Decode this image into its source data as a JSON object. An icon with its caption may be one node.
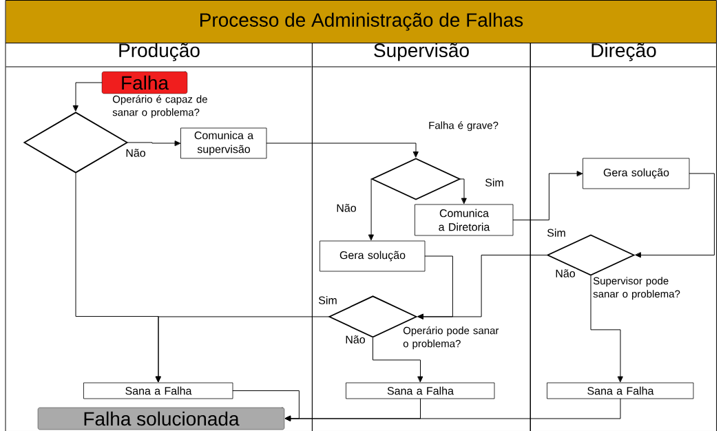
{
  "diagram": {
    "title": "Processo de Administração de Falhas",
    "nodes": [
      {
        "text": [
          "Produção"
        ]
      },
      {
        "text": [
          "Supervisão"
        ]
      },
      {
        "text": [
          "Direção"
        ]
      },
      {
        "text": [
          "Falha"
        ],
        "in": 0
      },
      {
        "text": [],
        "shape": "diamond",
        "in": 0,
        "beside": [
          "Operário é capaz de sanar o problema?"
        ]
      },
      {
        "text": [
          "Comunica a supervisão"
        ],
        "in": 0
      },
      {
        "text": [],
        "shape": "diamond",
        "in": 1,
        "beside": [
          "Falha é grave?"
        ]
      },
      {
        "text": [
          "Comunica a Diretoria"
        ],
        "in": 1
      },
      {
        "text": [
          "Gera solução"
        ],
        "in": 1
      },
      {
        "text": [
          "Gera solução"
        ],
        "in": 2
      },
      {
        "text": [],
        "shape": "diamond",
        "in": 2,
        "beside": [
          "Supervisor pode sanar o problema?"
        ]
      },
      {
        "text": [],
        "shape": "diamond",
        "in": 1,
        "beside": [
          "Operário pode sanar o problema?"
        ]
      },
      {
        "text": [
          "Sana a Falha"
        ],
        "in": 0
      },
      {
        "text": [
          "Sana a Falha"
        ],
        "in": 1
      },
      {
        "text": [
          "Sana a Falha"
        ],
        "in": 2
      },
      {
        "text": [
          "Falha solucionada"
        ],
        "in": 0
      }
    ],
    "edges": [
      {
        "from": 3,
        "to": 4,
        "arrow": "to"
      },
      {
        "from": 4,
        "to": 5,
        "arrow": "to",
        "label": "Não"
      },
      {
        "from": 5,
        "to": 6,
        "arrow": "to"
      },
      {
        "from": 6,
        "to": 7,
        "arrow": "to",
        "label": "Sim"
      },
      {
        "from": 6,
        "to": 8,
        "arrow": "to",
        "label": "Não"
      },
      {
        "from": 7,
        "to": 9,
        "arrow": "to"
      },
      {
        "from": 9,
        "to": 10,
        "arrow": "to"
      },
      {
        "from": 10,
        "to": 11,
        "arrow": "to",
        "label": "Sim"
      },
      {
        "from": 8,
        "to": 11,
        "arrow": "to"
      },
      {
        "from": 10,
        "to": 14,
        "arrow": "to",
        "label": "Não"
      },
      {
        "from": 4,
        "to": 12,
        "arrow": "to"
      },
      {
        "from": 11,
        "to": 12,
        "arrow": "to",
        "label": "Sim"
      },
      {
        "from": 11,
        "to": 13,
        "arrow": "to",
        "label": "Não"
      },
      {
        "from": 12,
        "to": 15,
        "arrow": "to"
      },
      {
        "from": 13,
        "to": 15,
        "arrow": "to"
      },
      {
        "from": 14,
        "to": 15,
        "arrow": "to"
      }
    ]
  }
}
